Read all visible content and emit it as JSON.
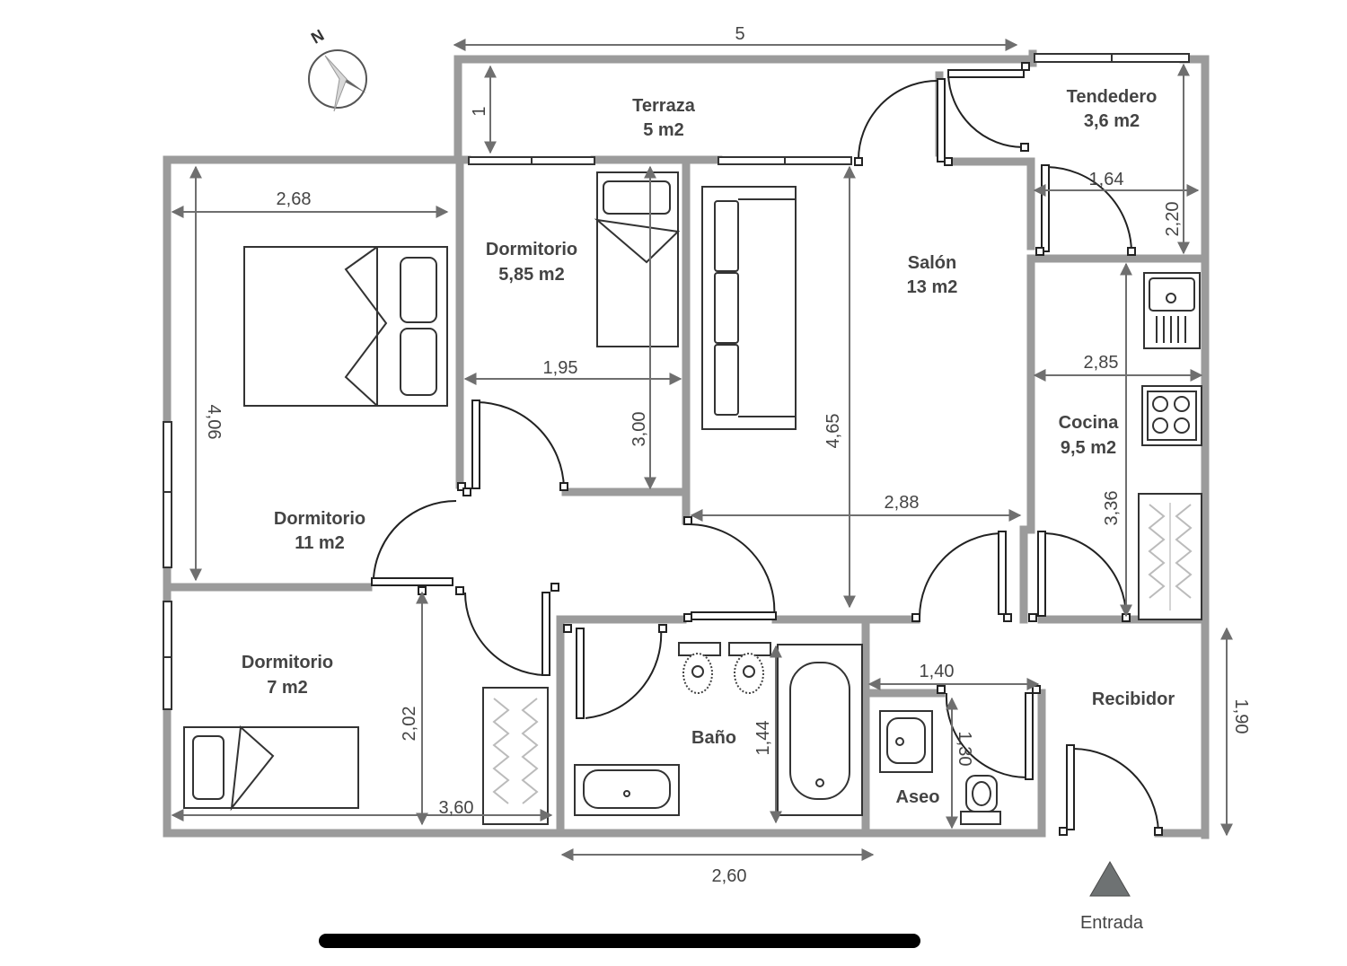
{
  "rooms": {
    "terraza": {
      "name": "Terraza",
      "area": "5 m2"
    },
    "tendedero": {
      "name": "Tendedero",
      "area": "3,6 m2"
    },
    "dormitorio_small": {
      "name": "Dormitorio",
      "area": "5,85 m2"
    },
    "salon": {
      "name": "Salón",
      "area": "13 m2"
    },
    "dormitorio_main": {
      "name": "Dormitorio",
      "area": "11 m2"
    },
    "cocina": {
      "name": "Cocina",
      "area": "9,5 m2"
    },
    "dormitorio_7": {
      "name": "Dormitorio",
      "area": "7 m2"
    },
    "bano": {
      "name": "Baño"
    },
    "aseo": {
      "name": "Aseo"
    },
    "recibidor": {
      "name": "Recibidor"
    }
  },
  "dimensions": {
    "terraza_width": "5",
    "terraza_depth": "1",
    "tendedero_width": "1,64",
    "tendedero_depth": "2,20",
    "dorm_main_width": "2,68",
    "dorm_main_depth": "4,06",
    "dorm_small_width": "1,95",
    "dorm_small_depth": "3,00",
    "salon_depth": "4,65",
    "salon_width": "2,88",
    "cocina_width": "2,85",
    "cocina_depth": "3,36",
    "dorm7_depth": "2,02",
    "dorm7_width": "3,60",
    "bano_depth": "1,44",
    "bano_width": "2,60",
    "aseo_width": "1,40",
    "aseo_depth": "1,30",
    "recibidor_depth": "1,90"
  },
  "compass": {
    "label": "N"
  },
  "entrance": {
    "label": "Entrada"
  },
  "colors": {
    "wall": "#9b9b9b",
    "entrance_marker": "#6e7273",
    "home_bar": "#000000"
  }
}
